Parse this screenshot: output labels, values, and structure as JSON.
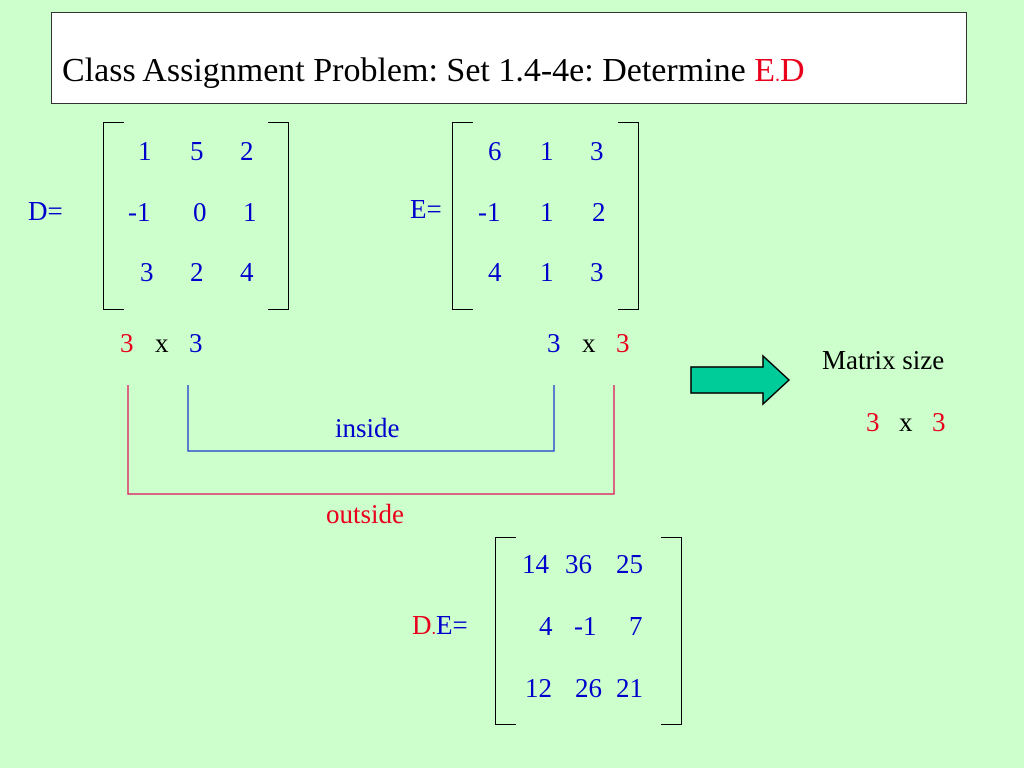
{
  "title": {
    "text": "Class Assignment Problem:  Set 1.4-4e: Determine ",
    "highlight_e": "E",
    "highlight_dot": ".",
    "highlight_d": "D"
  },
  "matrix_d": {
    "label": "D=",
    "rows": [
      [
        "1",
        "5",
        "2"
      ],
      [
        "-1",
        "0",
        "1"
      ],
      [
        "3",
        "2",
        "4"
      ]
    ],
    "size_rows": "3",
    "size_x": "x",
    "size_cols": "3"
  },
  "matrix_e": {
    "label": "E=",
    "rows": [
      [
        "6",
        "1",
        "3"
      ],
      [
        "-1",
        "1",
        "2"
      ],
      [
        "4",
        "1",
        "3"
      ]
    ],
    "size_rows": "3",
    "size_x": "x",
    "size_cols": "3"
  },
  "labels": {
    "inside": "inside",
    "outside": "outside"
  },
  "matrix_size": {
    "heading": "Matrix size",
    "rows": "3",
    "x": "x",
    "cols": "3"
  },
  "product": {
    "label_d": "D",
    "label_dot": ".",
    "label_e": "E=",
    "rows": [
      [
        "14",
        "36",
        "25"
      ],
      [
        "4",
        "-1",
        "7"
      ],
      [
        "12",
        "26",
        "21"
      ]
    ]
  },
  "colors": {
    "background": "#ccffcc",
    "text_blue": "#0000cc",
    "text_red": "#e8001c",
    "inside_line": "#3355cc",
    "outside_line": "#dd3366",
    "arrow_fill": "#00cc99"
  }
}
